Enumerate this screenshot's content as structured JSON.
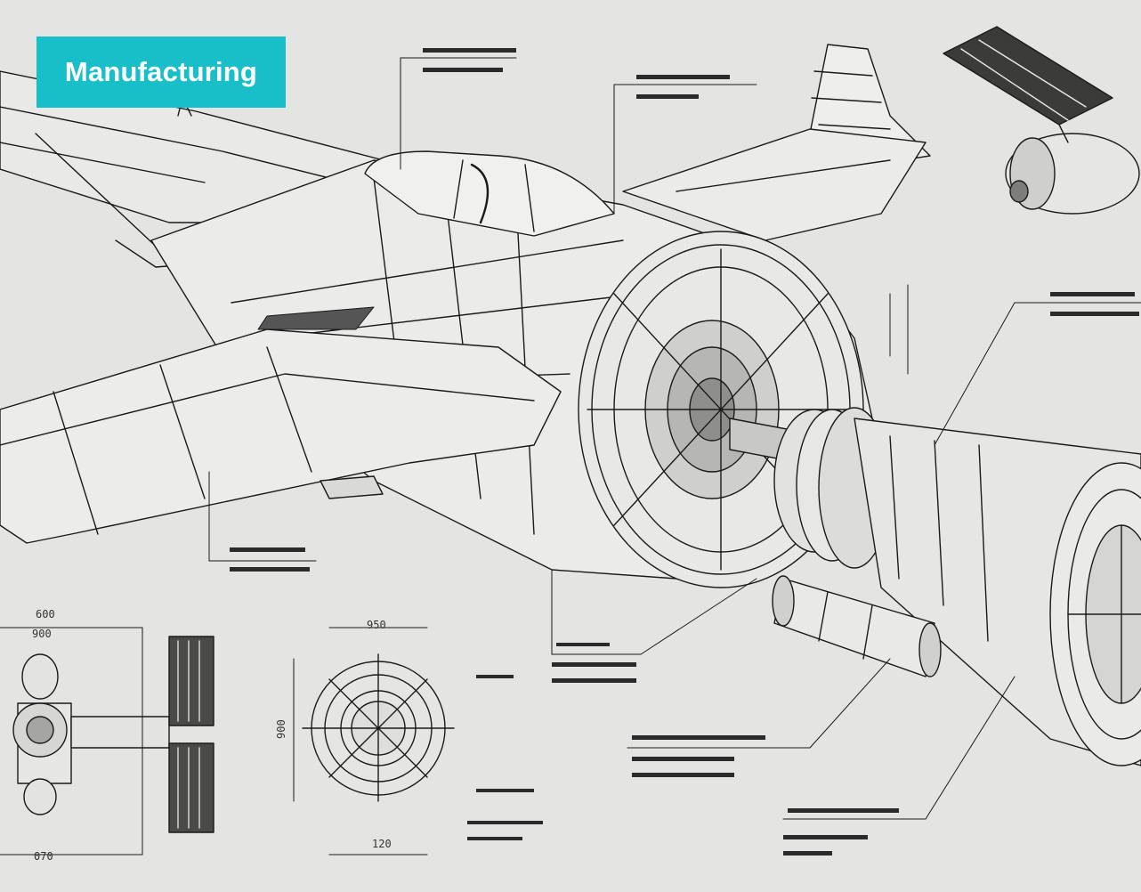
{
  "badge": {
    "label": "Manufacturing",
    "background_color": "#19bfc8",
    "text_color": "#ffffff"
  },
  "blueprint": {
    "paper_color": "#e4e5e3",
    "ink_color": "#1a1a1a",
    "dimensions": {
      "d1": "600",
      "d2": "900",
      "d3": "950",
      "d4": "120",
      "d5": "070",
      "d6": "900"
    }
  }
}
